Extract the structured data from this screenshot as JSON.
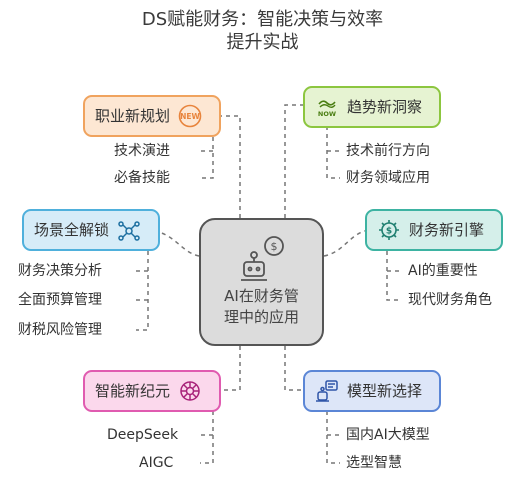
{
  "title": {
    "line1": "DS赋能财务：智能决策与效率",
    "line2": "提升实战"
  },
  "center": {
    "line1": "AI在财务管",
    "line2": "理中的应用",
    "icon": "robot-with-dollar-coin-icon"
  },
  "nodes": {
    "career": {
      "label": "职业新规划",
      "icon": "new-badge-icon",
      "color": "#f0a35e",
      "fill": "#fde7d3",
      "subs": [
        "技术演进",
        "必备技能"
      ]
    },
    "scenario": {
      "label": "场景全解锁",
      "icon": "network-hub-icon",
      "color": "#4fb0dc",
      "fill": "#d6ecf8",
      "subs": [
        "财务决策分析",
        "全面预算管理",
        "财税风险管理"
      ]
    },
    "era": {
      "label": "智能新纪元",
      "icon": "circuit-brain-icon",
      "color": "#e05bb0",
      "fill": "#fbd8ec",
      "subs": [
        "DeepSeek",
        "AIGC"
      ]
    },
    "trend": {
      "label": "趋势新洞察",
      "icon": "new-tag-icon",
      "color": "#8cc63f",
      "fill": "#e6f3d2",
      "subs": [
        "技术前行方向",
        "财务领域应用"
      ]
    },
    "engine": {
      "label": "财务新引擎",
      "icon": "dollar-gear-icon",
      "color": "#3db3a2",
      "fill": "#d5efea",
      "subs": [
        "AI的重要性",
        "现代财务角色"
      ]
    },
    "model": {
      "label": "模型新选择",
      "icon": "assistant-chat-icon",
      "color": "#5b86d6",
      "fill": "#dde6f8",
      "subs": [
        "国内AI大模型",
        "选型智慧"
      ]
    }
  }
}
